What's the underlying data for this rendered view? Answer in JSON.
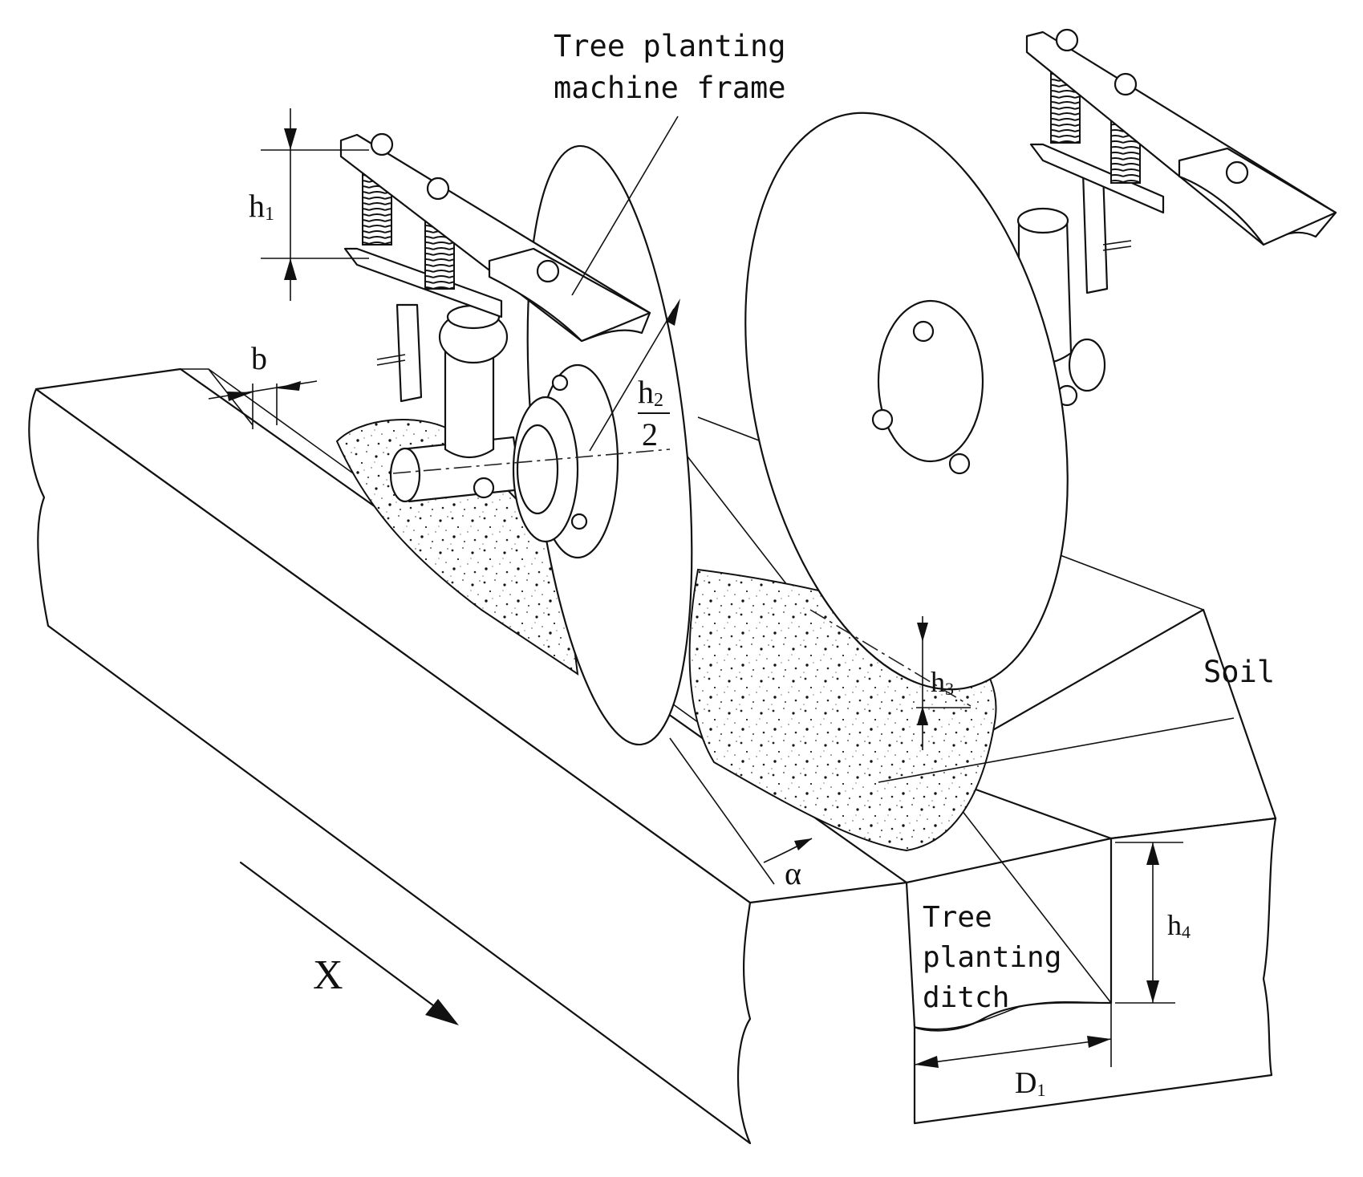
{
  "labels": {
    "frame_line1": "Tree planting",
    "frame_line2": "machine frame",
    "soil": "Soil",
    "ditch_line1": "Tree",
    "ditch_line2": "planting",
    "ditch_line3": "ditch",
    "direction": "X"
  },
  "dimensions": {
    "h1_main": "h",
    "h1_sub": "1",
    "h2_main": "h",
    "h2_sub": "2",
    "h2_denominator": "2",
    "h3_main": "h",
    "h3_sub": "3",
    "h4_main": "h",
    "h4_sub": "4",
    "d1_main": "D",
    "d1_sub": "1",
    "b": "b",
    "alpha": "α"
  }
}
